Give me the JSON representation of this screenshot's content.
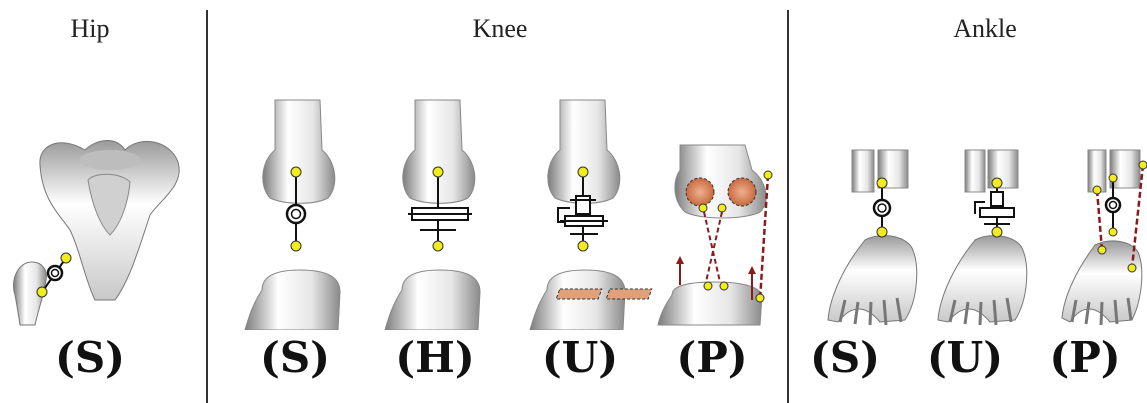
{
  "sections": {
    "hip": {
      "title": "Hip",
      "labels": [
        "(S)"
      ]
    },
    "knee": {
      "title": "Knee",
      "labels": [
        "(S)",
        "(H)",
        "(U)",
        "(P)"
      ]
    },
    "ankle": {
      "title": "Ankle",
      "labels": [
        "(S)",
        "(U)",
        "(P)"
      ]
    }
  },
  "colors": {
    "bone_light": "#f2f2f2",
    "bone_dark": "#8a8a8a",
    "marker_yellow": "#f2ec1c",
    "joint_line": "#111111",
    "muscle_dashed": "#8b1a1a",
    "patella_orange": "#d9825b"
  }
}
